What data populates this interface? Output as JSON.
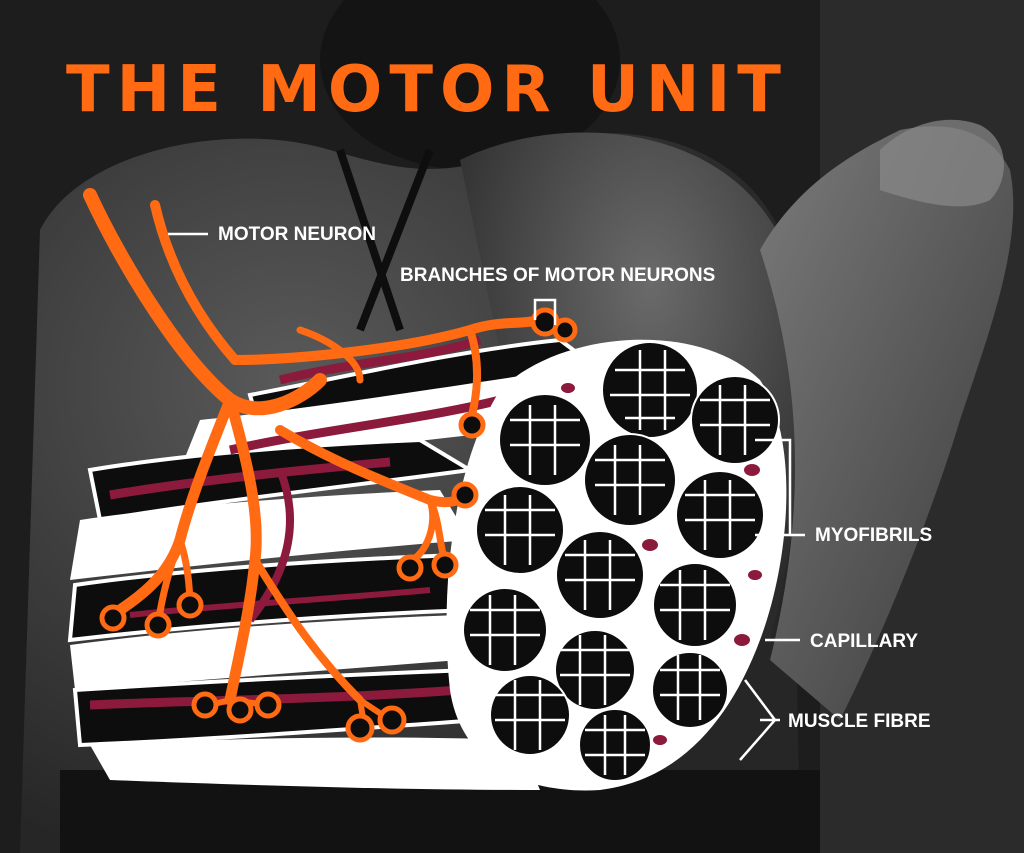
{
  "title": "THE MOTOR UNIT",
  "labels": {
    "motor_neuron": "MOTOR NEURON",
    "branches": "BRANCHES OF MOTOR NEURONS",
    "myofibrils": "MYOFIBRILS",
    "capillary": "CAPILLARY",
    "muscle_fibre": "MUSCLE FIBRE"
  },
  "colors": {
    "accent": "#ff6a13",
    "capillary": "#8c1a3c",
    "line": "#ffffff",
    "background": "#1b1b1b"
  }
}
